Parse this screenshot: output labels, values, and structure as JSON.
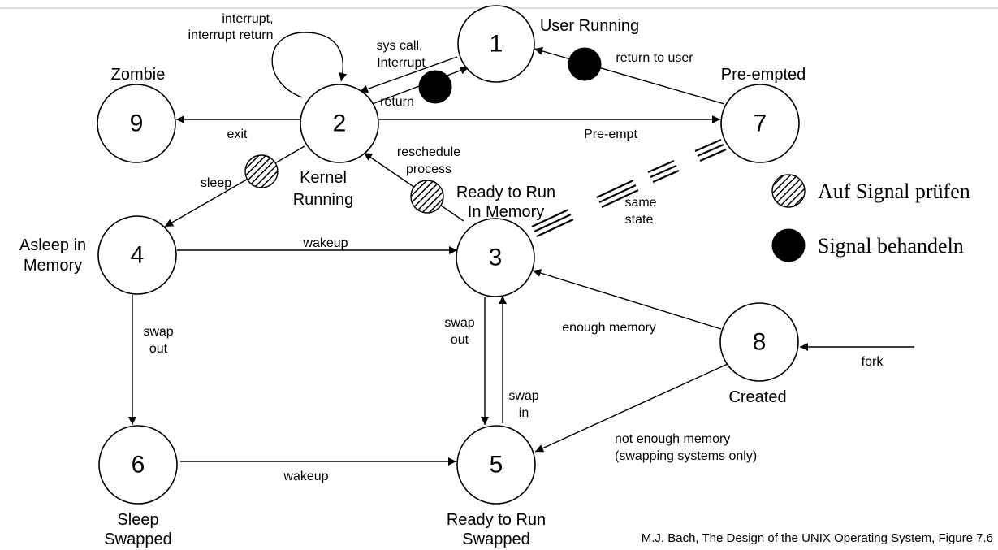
{
  "states": [
    {
      "id": "1",
      "name": [
        "User Running"
      ]
    },
    {
      "id": "2",
      "name": [
        "Kernel",
        "Running"
      ]
    },
    {
      "id": "3",
      "name": [
        "Ready to Run",
        "In Memory"
      ]
    },
    {
      "id": "4",
      "name": [
        "Asleep in",
        "Memory"
      ]
    },
    {
      "id": "5",
      "name": [
        "Ready to Run",
        "Swapped"
      ]
    },
    {
      "id": "6",
      "name": [
        "Sleep",
        "Swapped"
      ]
    },
    {
      "id": "7",
      "name": [
        "Pre-empted"
      ]
    },
    {
      "id": "8",
      "name": [
        "Created"
      ]
    },
    {
      "id": "9",
      "name": [
        "Zombie"
      ]
    }
  ],
  "transitions": {
    "interrupt": [
      "interrupt,",
      "interrupt return"
    ],
    "sys_call": [
      "sys call,",
      "Interrupt"
    ],
    "return": "return",
    "return_to_user": "return to user",
    "exit": "exit",
    "pre_empt": "Pre-empt",
    "reschedule": [
      "reschedule",
      "process"
    ],
    "sleep": "sleep",
    "same_state": [
      "same",
      "state"
    ],
    "wakeup_mem": "wakeup",
    "swap_out_4": [
      "swap",
      "out"
    ],
    "swap_out_3": [
      "swap",
      "out"
    ],
    "swap_in": [
      "swap",
      "in"
    ],
    "enough_memory": "enough memory",
    "fork": "fork",
    "not_enough_memory": [
      "not enough memory",
      "(swapping systems only)"
    ],
    "wakeup_swapped": "wakeup"
  },
  "legend": {
    "check_signal": "Auf Signal prüfen",
    "handle_signal": "Signal behandeln"
  },
  "credit": "M.J.  Bach, The Design of the UNIX Operating System, Figure 7.6"
}
